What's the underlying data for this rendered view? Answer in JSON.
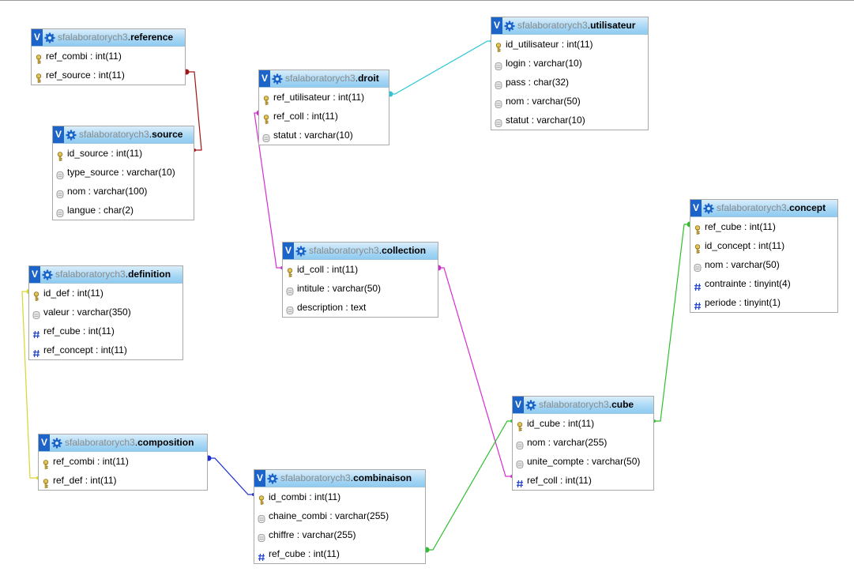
{
  "database": "sfalaboratorych3",
  "tables": [
    {
      "id": "reference",
      "name": "reference",
      "columns": [
        {
          "label": "ref_combi : int(11)",
          "icon": "key-icon"
        },
        {
          "label": "ref_source : int(11)",
          "icon": "key-icon"
        }
      ]
    },
    {
      "id": "source",
      "name": "source",
      "columns": [
        {
          "label": "id_source : int(11)",
          "icon": "key-icon"
        },
        {
          "label": "type_source : varchar(10)",
          "icon": "column-icon"
        },
        {
          "label": "nom : varchar(100)",
          "icon": "column-icon"
        },
        {
          "label": "langue : char(2)",
          "icon": "column-icon"
        }
      ]
    },
    {
      "id": "droit",
      "name": "droit",
      "columns": [
        {
          "label": "ref_utilisateur : int(11)",
          "icon": "key-icon"
        },
        {
          "label": "ref_coll : int(11)",
          "icon": "key-icon"
        },
        {
          "label": "statut : varchar(10)",
          "icon": "column-icon"
        }
      ]
    },
    {
      "id": "utilisateur",
      "name": "utilisateur",
      "columns": [
        {
          "label": "id_utilisateur : int(11)",
          "icon": "key-icon"
        },
        {
          "label": "login : varchar(10)",
          "icon": "column-icon"
        },
        {
          "label": "pass : char(32)",
          "icon": "column-icon"
        },
        {
          "label": "nom : varchar(50)",
          "icon": "column-icon"
        },
        {
          "label": "statut : varchar(10)",
          "icon": "column-icon"
        }
      ]
    },
    {
      "id": "concept",
      "name": "concept",
      "columns": [
        {
          "label": "ref_cube : int(11)",
          "icon": "key-icon"
        },
        {
          "label": "id_concept : int(11)",
          "icon": "key-icon"
        },
        {
          "label": "nom : varchar(50)",
          "icon": "column-icon"
        },
        {
          "label": "contrainte : tinyint(4)",
          "icon": "numeric-icon"
        },
        {
          "label": "periode : tinyint(1)",
          "icon": "numeric-icon"
        }
      ]
    },
    {
      "id": "collection",
      "name": "collection",
      "columns": [
        {
          "label": "id_coll : int(11)",
          "icon": "key-icon"
        },
        {
          "label": "intitule : varchar(50)",
          "icon": "column-icon"
        },
        {
          "label": "description : text",
          "icon": "column-icon"
        }
      ]
    },
    {
      "id": "definition",
      "name": "definition",
      "columns": [
        {
          "label": "id_def : int(11)",
          "icon": "key-icon"
        },
        {
          "label": "valeur : varchar(350)",
          "icon": "column-icon"
        },
        {
          "label": "ref_cube : int(11)",
          "icon": "numeric-icon"
        },
        {
          "label": "ref_concept : int(11)",
          "icon": "numeric-icon"
        }
      ]
    },
    {
      "id": "composition",
      "name": "composition",
      "columns": [
        {
          "label": "ref_combi : int(11)",
          "icon": "key-icon"
        },
        {
          "label": "ref_def : int(11)",
          "icon": "key-icon"
        }
      ]
    },
    {
      "id": "combinaison",
      "name": "combinaison",
      "columns": [
        {
          "label": "id_combi : int(11)",
          "icon": "key-icon"
        },
        {
          "label": "chaine_combi : varchar(255)",
          "icon": "column-icon"
        },
        {
          "label": "chiffre : varchar(255)",
          "icon": "column-icon"
        },
        {
          "label": "ref_cube : int(11)",
          "icon": "numeric-icon"
        }
      ]
    },
    {
      "id": "cube",
      "name": "cube",
      "columns": [
        {
          "label": "id_cube : int(11)",
          "icon": "key-icon"
        },
        {
          "label": "nom : varchar(255)",
          "icon": "column-icon"
        },
        {
          "label": "unite_compte : varchar(50)",
          "icon": "column-icon"
        },
        {
          "label": "ref_coll : int(11)",
          "icon": "numeric-icon"
        }
      ]
    }
  ],
  "toggle_label": "V",
  "relations": [
    {
      "from": "reference.ref_source",
      "to": "source.id_source",
      "color": "#a31515"
    },
    {
      "from": "droit.ref_utilisateur",
      "to": "utilisateur.id_utilisateur",
      "color": "#2cc6d6"
    },
    {
      "from": "droit.ref_coll",
      "to": "collection.id_coll",
      "color": "#d62cd0"
    },
    {
      "from": "collection.id_coll",
      "to": "cube.ref_coll",
      "color": "#d62cd0"
    },
    {
      "from": "concept.ref_cube",
      "to": "cube.id_cube",
      "color": "#2ebf2e"
    },
    {
      "from": "combinaison.ref_cube",
      "to": "cube.id_cube",
      "color": "#2ebf2e"
    },
    {
      "from": "composition.ref_combi",
      "to": "combinaison.id_combi",
      "color": "#1a2fd0"
    },
    {
      "from": "definition.id_def",
      "to": "composition.ref_def",
      "color": "#d6d62c"
    }
  ]
}
